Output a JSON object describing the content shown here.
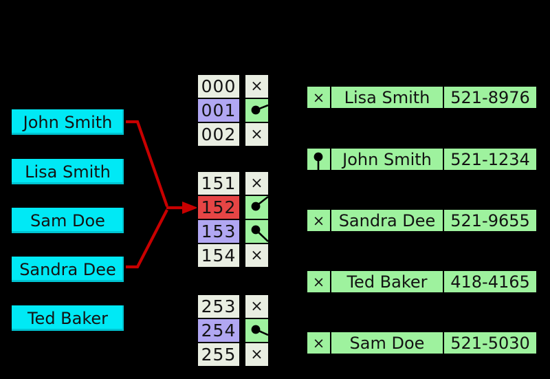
{
  "colors": {
    "bg": "#000000",
    "ink": "#131313",
    "line": "#000000",
    "key": "#00e9f5",
    "cell": "#e9eee2",
    "purple": "#b1a7f2",
    "red": "#e64545",
    "green": "#9ef29e",
    "arrow": "#c80000"
  },
  "glyphs": {
    "null_marker": "×"
  },
  "keys": [
    "John Smith",
    "Lisa Smith",
    "Sam Doe",
    "Sandra Dee",
    "Ted Baker"
  ],
  "buckets": {
    "groups": [
      {
        "rows": [
          {
            "index": "000",
            "state": "empty"
          },
          {
            "index": "001",
            "state": "occupied"
          },
          {
            "index": "002",
            "state": "empty"
          }
        ]
      },
      {
        "rows": [
          {
            "index": "151",
            "state": "empty"
          },
          {
            "index": "152",
            "state": "collision"
          },
          {
            "index": "153",
            "state": "occupied"
          },
          {
            "index": "154",
            "state": "empty"
          }
        ]
      },
      {
        "rows": [
          {
            "index": "253",
            "state": "empty"
          },
          {
            "index": "254",
            "state": "occupied"
          },
          {
            "index": "255",
            "state": "empty"
          }
        ]
      }
    ]
  },
  "entries": [
    {
      "name": "Lisa Smith",
      "phone": "521-8976",
      "pointer": "null"
    },
    {
      "name": "John Smith",
      "phone": "521-1234",
      "pointer": "next"
    },
    {
      "name": "Sandra Dee",
      "phone": "521-9655",
      "pointer": "null"
    },
    {
      "name": "Ted Baker",
      "phone": "418-4165",
      "pointer": "null"
    },
    {
      "name": "Sam Doe",
      "phone": "521-5030",
      "pointer": "null"
    }
  ]
}
